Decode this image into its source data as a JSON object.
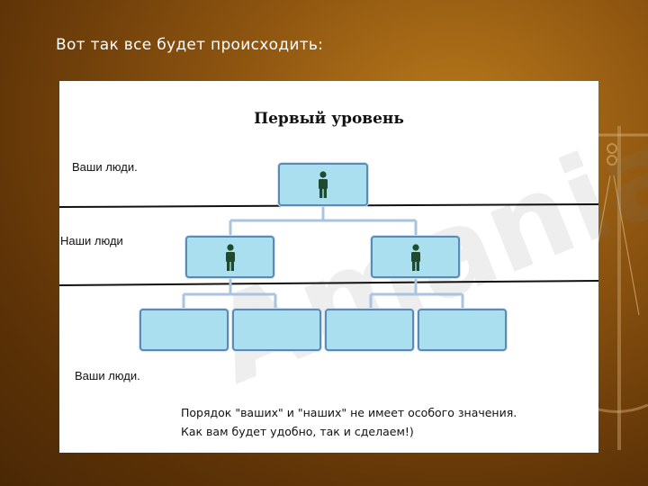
{
  "slide": {
    "title": "Вот так все будет происходить:"
  },
  "diagram": {
    "heading": "Первый уровень",
    "label_top": "Ваши люди.",
    "label_middle": "Наши люди",
    "label_bottom": "Ваши люди.",
    "note_line1": "Порядок \"ваших\" и \"наших\" не имеет особого значения.",
    "note_line2": "Как вам будет удобно, так и сделаем!)",
    "watermark": "Amania",
    "colors": {
      "node_fill": "#a9dfee",
      "node_border": "#5d89b4",
      "person": "#1f4a2e",
      "connector": "#a8c4e0"
    }
  }
}
